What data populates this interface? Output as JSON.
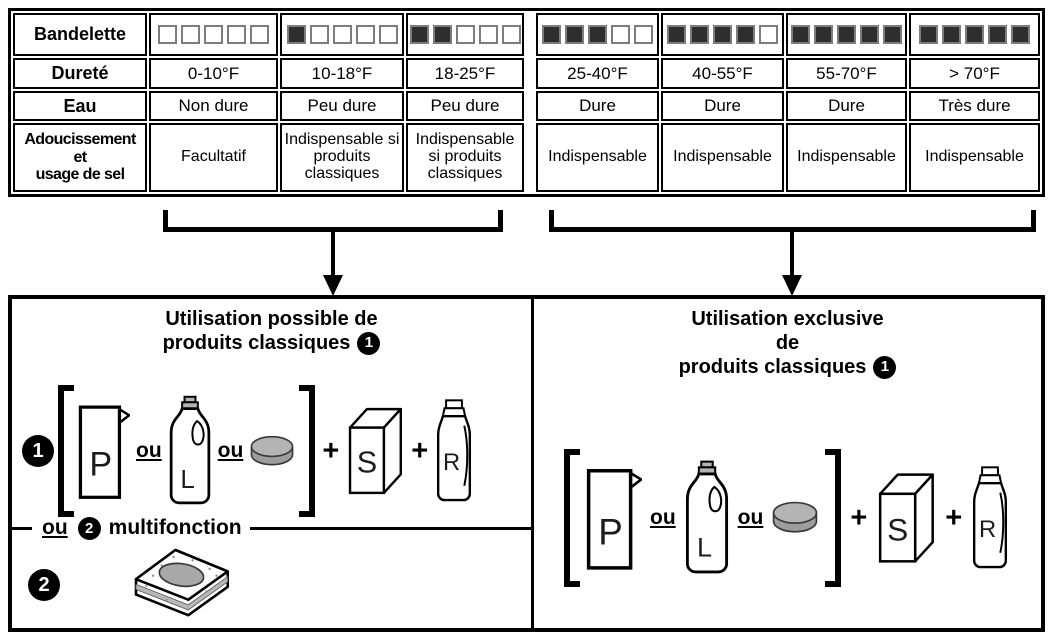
{
  "labels": {
    "ou": "ou",
    "plus": "+",
    "multifonction": "multifonction",
    "P": "P",
    "L": "L",
    "S": "S",
    "R": "R",
    "marker1": "1",
    "marker2": "2"
  },
  "table": {
    "row_headers": {
      "strip": "Bandelette",
      "hardness": "Dureté",
      "water": "Eau",
      "softening_lines": [
        "Adoucissement",
        "et",
        "usage de sel"
      ]
    },
    "strip_squares_total": 5,
    "columns": [
      {
        "strip_filled": 0,
        "hardness": "0-10°F",
        "water": "Non dure",
        "softening": "Facultatif"
      },
      {
        "strip_filled": 1,
        "hardness": "10-18°F",
        "water": "Peu dure",
        "softening": "Indispensable si produits classiques"
      },
      {
        "strip_filled": 2,
        "hardness": "18-25°F",
        "water": "Peu dure",
        "softening": "Indispensable si produits classiques"
      },
      {
        "strip_filled": 3,
        "hardness": "25-40°F",
        "water": "Dure",
        "softening": "Indispensable"
      },
      {
        "strip_filled": 4,
        "hardness": "40-55°F",
        "water": "Dure",
        "softening": "Indispensable"
      },
      {
        "strip_filled": 5,
        "hardness": "55-70°F",
        "water": "Dure",
        "softening": "Indispensable"
      },
      {
        "strip_filled": 5,
        "hardness": "> 70°F",
        "water": "Très dure",
        "softening": "Indispensable"
      }
    ]
  },
  "left_box": {
    "title_line1": "Utilisation possible de",
    "title_line2": "produits classiques"
  },
  "right_box": {
    "title_line1": "Utilisation exclusive",
    "title_line2": "de",
    "title_line3": "produits classiques"
  },
  "colors": {
    "ink": "#000000",
    "strip_filled": "#2e2e2e",
    "strip_border": "#7d7d7d",
    "tablet_top_gray": "#b4b4b4",
    "tablet_side_gray": "#9d9d9d",
    "cap_gray": "#b3b3b3",
    "multitab_band_gray": "#b8b8b8",
    "multitab_oval_gray": "#a8a8a8"
  }
}
